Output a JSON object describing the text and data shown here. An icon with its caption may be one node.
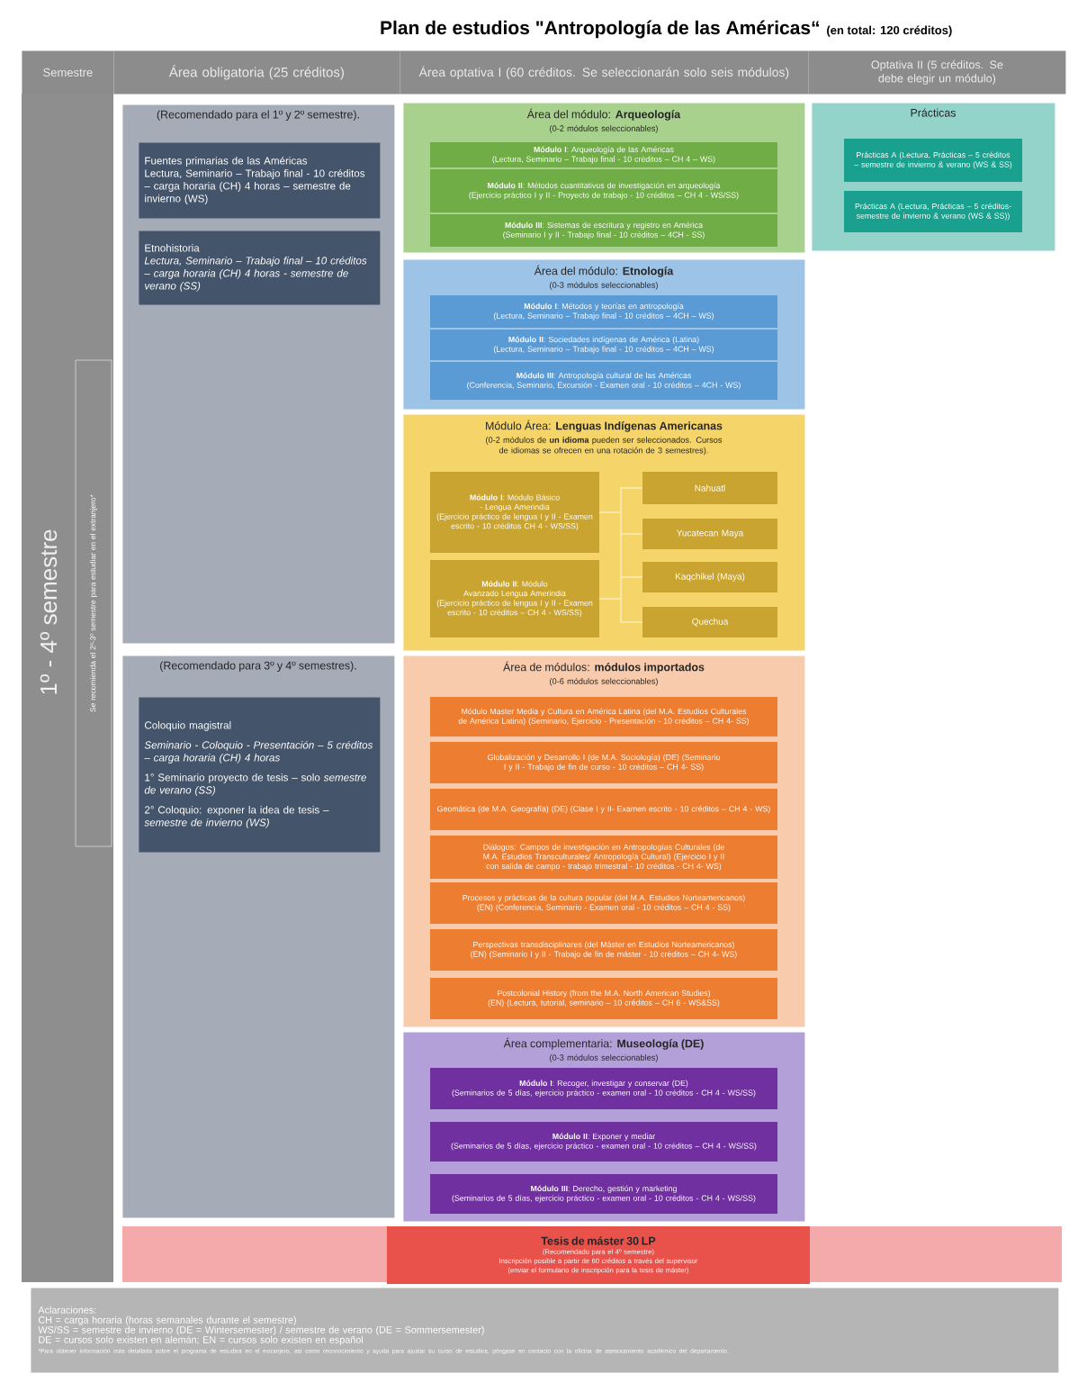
{
  "diagram": {
    "title": "Plan de estudios \"Antropología de las Américas“",
    "nodes": [
      {
        "text": [
          "Se recomienda el 2º-3º semestre para estudiar en el extranjero*"
        ]
      },
      {
        "text": [
          "(Recomendado para el 1º y 2º semestre)."
        ]
      },
      {
        "text": [
          "Fuentes primarias de las Américas",
          "Lectura, Seminario – Trabajo final - 10 créditos – carga horaria (CH) 4 horas – semestre de invierno (WS)"
        ],
        "in": 1
      },
      {
        "text": [
          "Etnohistoria",
          "Lectura, Seminario – Trabajo final – 10 créditos – carga horaria (CH) 4 horas - semestre de verano (SS)"
        ],
        "in": 1
      },
      {
        "text": [
          "(Recomendado para 3º y 4º semestres)."
        ]
      },
      {
        "text": [
          "Coloquio magistral",
          "Seminario - Coloquio - Presentación – 5 créditos – carga horaria (CH) 4 horas",
          "1° Seminario proyecto de tesis – solo *semestre de verano (SS)*",
          "2° Coloquio: exponer la idea de tesis – *semestre de invierno (WS)*"
        ],
        "in": 4
      },
      {
        "text": [
          "Área del módulo: **Arqueología**",
          "(0-2 módulos seleccionables)"
        ]
      },
      {
        "text": [
          "**Módulo I**: Arqueología de las Américas",
          "(Lectura, Seminario – Trabajo final - 10 créditos – CH 4 – WS)"
        ],
        "in": 6
      },
      {
        "text": [
          "**Módulo II**: Métodos cuantitativos de investigación en arqueología",
          "(Ejercicio práctico I y II - Proyecto de trabajo - 10 créditos – CH 4 - WS/SS)"
        ],
        "in": 6
      },
      {
        "text": [
          "**Módulo III**: Sistemas de escritura y registro en América",
          "(Seminario I y II - Trabajo final - 10 créditos – 4CH - SS)"
        ],
        "in": 6
      },
      {
        "text": [
          "Prácticas"
        ]
      },
      {
        "text": [
          "Prácticas A (Lectura, Prácticas – 5 créditos – semestre de invierno & verano (WS & SS)"
        ],
        "in": 10
      },
      {
        "text": [
          "Prácticas A (Lectura, Prácticas – 5 créditos- semestre de invierno & verano (WS & SS))"
        ],
        "in": 10
      },
      {
        "text": [
          "Área del módulo: **Etnología**",
          "(0-3 módulos seleccionables)"
        ]
      },
      {
        "text": [
          "**Módulo I**: Métodos y teorías en antropología",
          "(Lectura, Seminario – Trabajo final - 10 créditos – 4CH – WS)"
        ],
        "in": 13
      },
      {
        "text": [
          "**Módulo II**: Sociedades indígenas de América (Latina)",
          "(Lectura, Seminario – Trabajo final - 10 créditos – 4CH – WS)"
        ],
        "in": 13
      },
      {
        "text": [
          "**Módulo III**: Antropología cultural de las Américas",
          "(Conferencia, Seminario, Excursión - Examen oral - 10 créditos – 4CH - WS)"
        ],
        "in": 13
      },
      {
        "text": [
          "Módulo Área: **Lenguas Indígenas Americanas**",
          "(0-2 módulos de **un idioma** pueden ser seleccionados. Cursos de idiomas se ofrecen en una rotación de 3 semestres)."
        ]
      },
      {
        "text": [
          "**Módulo I**: Módulo Básico - Lengua Amerindia",
          "(Ejercicio práctico de lengua I y II - Examen escrito - 10 créditos CH 4 - WS/SS)"
        ],
        "in": 17
      },
      {
        "text": [
          "**Módulo II**: Módulo Avanzado Lengua Amerindia",
          "(Ejercicio práctico de lengua I y II - Examen escrito - 10 créditos – CH 4 - WS/SS)"
        ],
        "in": 17
      },
      {
        "text": [
          "Nahuatl"
        ],
        "in": 17
      },
      {
        "text": [
          "Yucatecan Maya"
        ],
        "in": 17
      },
      {
        "text": [
          "Kaqchikel (Maya)"
        ],
        "in": 17
      },
      {
        "text": [
          "Quechua"
        ],
        "in": 17
      },
      {
        "text": [
          "Área de módulos: **módulos importados**",
          "(0-6 módulos seleccionables)"
        ]
      },
      {
        "text": [
          "Módulo Master Media y Cultura en América Latina (del M.A. Estudios Culturales de América Latina) (Seminario, Ejercicio - Presentación - 10 créditos – CH 4- SS)"
        ],
        "in": 24
      },
      {
        "text": [
          "Globalización y Desarrollo I (de M.A. Sociología) (DE) (Seminario I y II - Trabajo de fin de curso - 10 créditos – CH 4- SS)"
        ],
        "in": 24
      },
      {
        "text": [
          "Geomática (de M.A. Geografía) (DE) (Clase I y II- Examen escrito - 10 créditos – CH 4 - WS)"
        ],
        "in": 24
      },
      {
        "text": [
          "Diálogos: Campos de investigación en Antropologías Culturales (de M.A. Estudios Transculturales/ Antropología Cultural) (Ejercicio I y II con salida de campo - trabajo trimestral - 10 créditos - CH 4- WS)"
        ],
        "in": 24
      },
      {
        "text": [
          "Procesos y prácticas de la cultura popular (del M.A. Estudios Norteamericanos) (EN) (Conferencia, Seminario - Examen oral - 10 créditos – CH 4 - SS)"
        ],
        "in": 24
      },
      {
        "text": [
          "Perspectivas transdisciplinares (del Máster en Estudios Norteamericanos) (EN) (Seminario I y II - Trabajo de fin de máster - 10 créditos – CH 4- WS)"
        ],
        "in": 24
      },
      {
        "text": [
          "Postcolonial History (from the M.A. North American Studies) (EN) (Lectura, tutorial, seminario – 10 créditos – CH 6 - WS&SS)"
        ],
        "in": 24
      },
      {
        "text": [
          "Área complementaria: **Museología (DE)**",
          "(0-3 módulos seleccionables)"
        ]
      },
      {
        "text": [
          "**Módulo I**: Recoger, investigar y conservar (DE)",
          "(Seminarios de 5 días, ejercicio práctico - examen oral - 10 créditos - CH 4 - WS/SS)"
        ],
        "in": 32
      },
      {
        "text": [
          "**Módulo II**: Exponer y mediar",
          "(Seminarios de 5 días, ejercicio práctico - examen oral - 10 créditos – CH 4 - WS/SS)"
        ],
        "in": 32
      },
      {
        "text": [
          "**Módulo III**: Derecho, gestión y marketing",
          "(Seminarios de 5 días, ejercicio práctico - examen oral - 10 créditos - CH 4 - WS/SS)"
        ],
        "in": 32
      },
      {
        "text": [],
        "shape": "bar"
      },
      {
        "text": [
          "Tesis de máster 30 LP",
          "(Recomendado para el 4º semestre)",
          "Inscripción posible a partir de 60 créditos a través del supervisor",
          "(enviar el formulario de inscripción para la tesis de máster)"
        ],
        "in": 36
      },
      {
        "text": [
          "Aclaraciones:",
          "CH = carga horaria (horas semanales durante el semestre)",
          "WS/SS = semestre de invierno (DE = Wintersemester) / semestre de verano (DE = Sommersemester)",
          "DE = cursos solo existen en alemán; EN = cursos solo existen en español",
          "*Para obtener información más detallada sobre el programa de estudios en el extranjero, así como reconocimiento y ayuda para ajustar su curso de estudios, póngase en contacto con la oficina de asesoramiento académico del departamento."
        ]
      }
    ],
    "edges": [
      {
        "from": 18,
        "to": 20,
        "arrow": "none"
      },
      {
        "from": 18,
        "to": 21,
        "arrow": "none"
      },
      {
        "from": 18,
        "to": 22,
        "arrow": "none"
      },
      {
        "from": 18,
        "to": 23,
        "arrow": "none"
      },
      {
        "from": 19,
        "to": 20,
        "arrow": "none"
      },
      {
        "from": 19,
        "to": 21,
        "arrow": "none"
      },
      {
        "from": 19,
        "to": 22,
        "arrow": "none"
      },
      {
        "from": 19,
        "to": 23,
        "arrow": "none"
      }
    ],
    "labels": [
      "(en total: 120 créditos)",
      "Semestre",
      "Área obligatoria (25 créditos)",
      "Área optativa I (60 créditos. Se seleccionarán solo seis módulos)",
      "Optativa II (5 créditos. Se debe elegir un módulo)",
      "1º - 4º semestre"
    ]
  }
}
